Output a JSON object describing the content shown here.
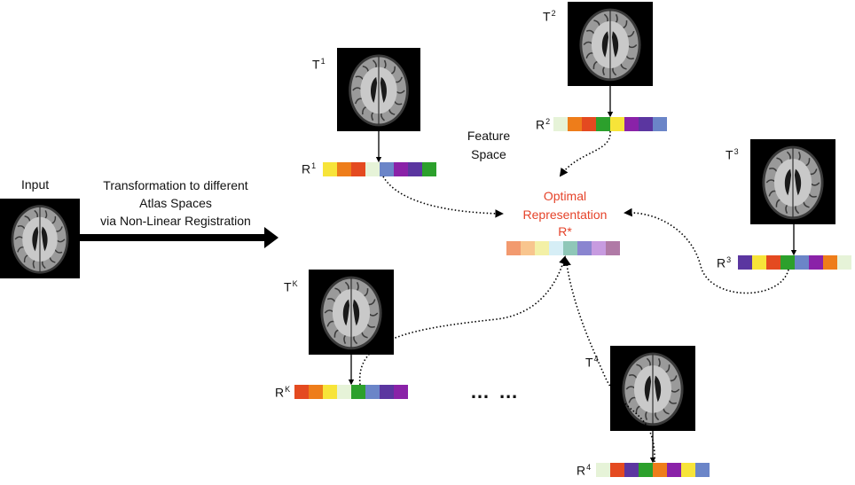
{
  "input_label": "Input",
  "transform_text": [
    "Transformation to different",
    "Atlas Spaces",
    "via Non-Linear Registration"
  ],
  "feature_space": [
    "Feature",
    "Space"
  ],
  "optimal": [
    "Optimal",
    "Representation",
    "R*"
  ],
  "ellipsis": "… …",
  "templates": {
    "t1": {
      "base": "T",
      "sup": "1"
    },
    "t2": {
      "base": "T",
      "sup": "2"
    },
    "t3": {
      "base": "T",
      "sup": "3"
    },
    "t4": {
      "base": "T",
      "sup": "4"
    },
    "tk": {
      "base": "T",
      "sup": "K"
    }
  },
  "reps": {
    "r1": {
      "base": "R",
      "sup": "1",
      "colors": [
        "#f7e439",
        "#ee7d1a",
        "#e44a20",
        "#e6f3d8",
        "#6b85c8",
        "#8a22a8",
        "#5b36a0",
        "#2ca02c"
      ]
    },
    "r2": {
      "base": "R",
      "sup": "2",
      "colors": [
        "#e6f3d8",
        "#ee7d1a",
        "#e44a20",
        "#2ca02c",
        "#f7e439",
        "#8a22a8",
        "#5b36a0",
        "#6b85c8"
      ]
    },
    "r3": {
      "base": "R",
      "sup": "3",
      "colors": [
        "#5b36a0",
        "#f7e439",
        "#e44a20",
        "#2ca02c",
        "#6b85c8",
        "#8a22a8",
        "#ee7d1a",
        "#e6f3d8"
      ]
    },
    "r4": {
      "base": "R",
      "sup": "4",
      "colors": [
        "#e6f3d8",
        "#e44a20",
        "#5b36a0",
        "#2ca02c",
        "#ee7d1a",
        "#8a22a8",
        "#f7e439",
        "#6b85c8"
      ]
    },
    "rk": {
      "base": "R",
      "sup": "K",
      "colors": [
        "#e44a20",
        "#ee7d1a",
        "#f7e439",
        "#e6f3d8",
        "#2ca02c",
        "#6b85c8",
        "#5b36a0",
        "#8a22a8"
      ]
    },
    "rstar": {
      "colors": [
        "#f29a6f",
        "#f8c58e",
        "#f3f0a6",
        "#d6eef6",
        "#8fc7b8",
        "#8a85d0",
        "#c79be0",
        "#b07aa6"
      ]
    }
  },
  "colors": {
    "optimal_text": "#e5432a",
    "arrow": "#000000"
  }
}
